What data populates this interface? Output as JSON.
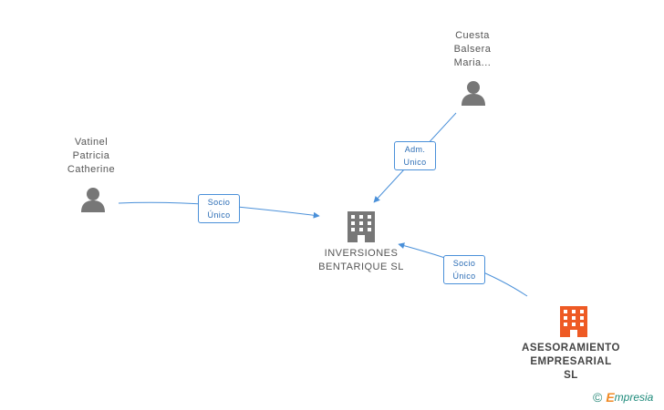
{
  "nodes": {
    "cuesta": {
      "name_lines": [
        "Cuesta",
        "Balsera",
        "Maria..."
      ],
      "icon": "person-icon"
    },
    "vatinel": {
      "name_lines": [
        "Vatinel",
        "Patricia",
        "Catherine"
      ],
      "icon": "person-icon"
    },
    "inversiones": {
      "name_lines": [
        "INVERSIONES",
        "BENTARIQUE SL"
      ],
      "icon": "building-icon"
    },
    "asesoramiento": {
      "name_lines": [
        "ASESORAMIENTO",
        "EMPRESARIAL",
        "SL"
      ],
      "icon": "building-icon"
    }
  },
  "edges": {
    "cuesta_to_inversiones": {
      "label_lines": [
        "Adm.",
        "Unico"
      ]
    },
    "vatinel_to_inversiones": {
      "label_lines": [
        "Socio",
        "Único"
      ]
    },
    "asesoramiento_to_inversiones": {
      "label_lines": [
        "Socio",
        "Único"
      ]
    }
  },
  "colors": {
    "person": "#777777",
    "building_main": "#777777",
    "building_highlight": "#ee5a24",
    "edge": "#4a90d9"
  },
  "footer": {
    "copyright_symbol": "©",
    "brand_initial": "E",
    "brand_rest": "mpresia"
  }
}
